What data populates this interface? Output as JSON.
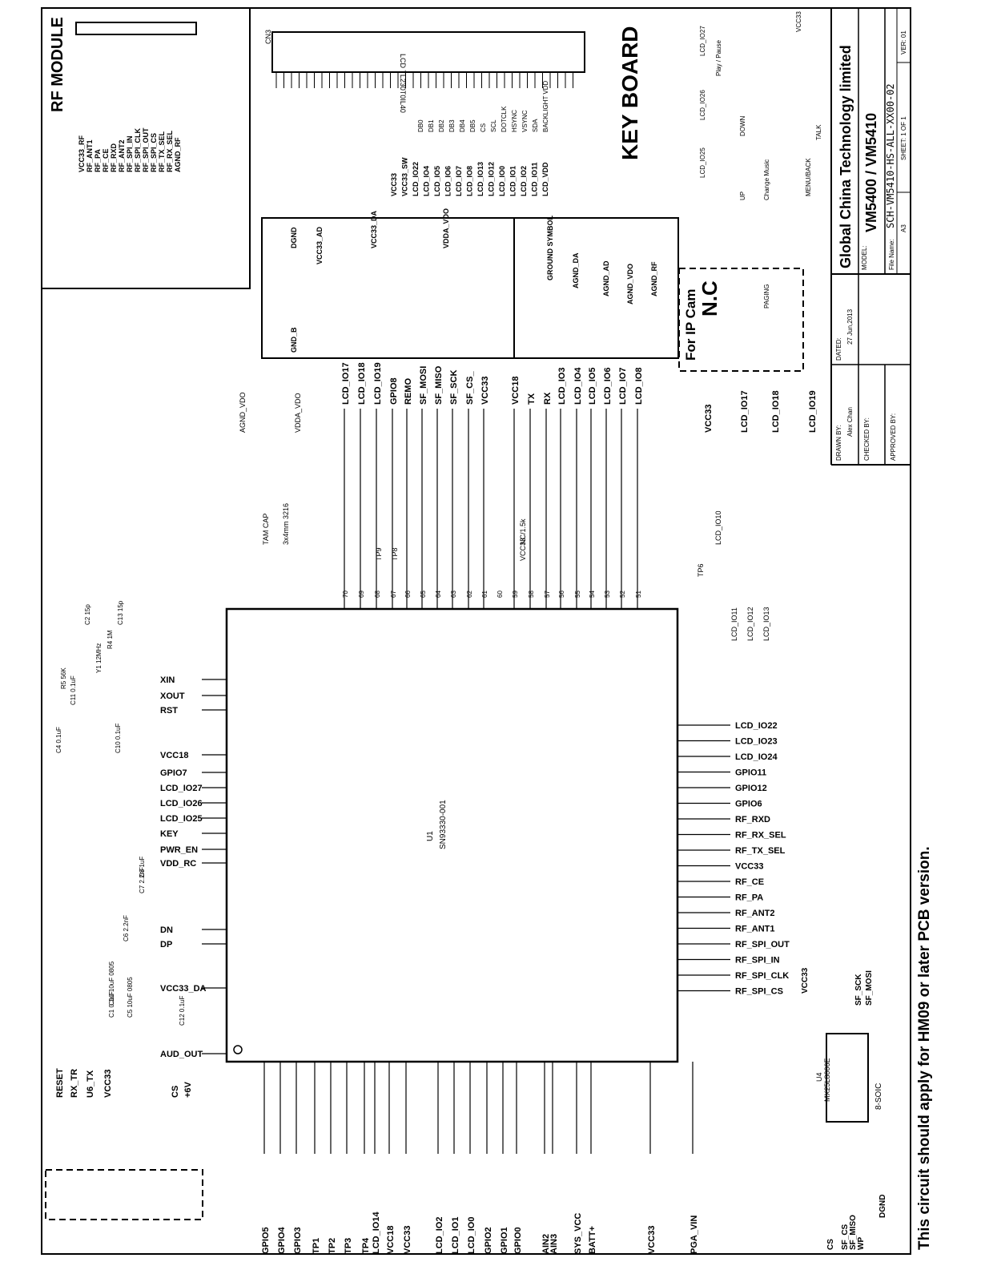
{
  "sections": {
    "rf_module": "RF MODULE",
    "keyboard": "KEY BOARD",
    "ip_cam": "For IP Cam",
    "nc": "N.C"
  },
  "footer_note": "This circuit should apply for HM09 or later PCB version.",
  "title_block": {
    "company": "Global China Technology limited",
    "model_title": "VM5400 / VM5410",
    "model_label": "MODEL:",
    "file_label": "File Name:",
    "file_name": "SCH-VM5410-HS-ALL-XX00-02",
    "size": "A3",
    "sheet": "SHEET: 1 OF 1",
    "version": "VER: 01",
    "drawn_by_label": "DRAWN BY:",
    "drawn_by": "Alex Chan",
    "checked_by_label": "CHECKED BY:",
    "approved_by_label": "APPROVED BY:",
    "dated_label": "DATED:",
    "dated": "27 Jun,2013"
  },
  "u1": {
    "ref": "U1",
    "part": "SN93330-001"
  },
  "u4": {
    "ref": "U4",
    "part": "MX25L8006E",
    "pkg": "8-SOIC"
  },
  "lcd": {
    "ref": "CN3",
    "part": "LCD TL230T0IL40"
  },
  "top_nets": [
    "LCD_IO17",
    "LCD_IO18",
    "LCD_IO19",
    "GPIO8",
    "REMO",
    "SF_MOSI",
    "SF_MISO",
    "SF_SCK",
    "SF_CS_",
    "VCC33",
    "VCC18",
    "TX",
    "RX",
    "LCD_IO3",
    "LCD_IO4",
    "LCD_IO5",
    "LCD_IO6",
    "LCD_IO7",
    "LCD_IO8"
  ],
  "top_pins": [
    "70",
    "69",
    "68",
    "67",
    "66",
    "65",
    "64",
    "63",
    "62",
    "61",
    "60",
    "59",
    "58",
    "57",
    "56",
    "55",
    "54",
    "53",
    "52",
    "51"
  ],
  "right_nets": [
    "LCD_IO22",
    "LCD_IO23",
    "LCD_IO24",
    "GPIO11",
    "GPIO12",
    "GPIO6",
    "RF_RXD",
    "RF_RX_SEL",
    "RF_TX_SEL",
    "VCC33",
    "RF_CE",
    "RF_PA",
    "RF_ANT2",
    "RF_ANT1",
    "RF_SPI_OUT",
    "RF_SPI_IN",
    "RF_SPI_CLK",
    "RF_SPI_CS"
  ],
  "left_nets": [
    "XIN",
    "XOUT",
    "RST",
    "VCC18",
    "GPIO7",
    "LCD_IO27",
    "LCD_IO26",
    "LCD_IO25",
    "KEY",
    "PWR_EN",
    "VDD_RC",
    "DP",
    "DN",
    "VCC33_DA",
    "AUD_OUT"
  ],
  "bottom_nets": [
    "GPIO5",
    "GPIO4",
    "GPIO3",
    "TP1",
    "TP2",
    "TP3",
    "TP4",
    "LCD_IO14",
    "VCC18",
    "VCC33",
    "LCD_IO2",
    "LCD_IO1",
    "LCD_IO0",
    "GPIO2",
    "GPIO1",
    "GPIO0",
    "AIN3",
    "AIN2",
    "SYS_VCC",
    "BATT+",
    "VCC33",
    "PGA_VIN"
  ],
  "lcd_nets": [
    "VCC33",
    "VCC33_SW",
    "LCD_IO22",
    "LCD_IO4",
    "LCD_IO5",
    "LCD_IO6",
    "LCD_IO7",
    "LCD_IO8",
    "LCD_IO13",
    "LCD_IO12",
    "LCD_IO0",
    "LCD_IO1",
    "LCD_IO2",
    "LCD_IO11",
    "LCD_VDD"
  ],
  "lcd_signals": [
    "DB0",
    "DB1",
    "DB2",
    "DB3",
    "DB4",
    "DB5",
    "CS",
    "SCL",
    "DOTCLK",
    "HSYNC",
    "VSYNC",
    "SDA",
    "BACKLIGHT VDD"
  ],
  "rf_nets": [
    "VCC33_RF",
    "RF_ANT1",
    "RF_PA",
    "RF_CE",
    "RF_RXD",
    "RF_ANT2",
    "RF_SPI_IN",
    "RF_SPI_CLK",
    "RF_SPI_OUT",
    "RF_SPI_CS",
    "RF_TX_SEL",
    "RF_RX_SEL",
    "AGND_RF"
  ],
  "keyboard_keys": [
    "LCD_IO27",
    "LCD_IO26",
    "LCD_IO25",
    "VCC33",
    "Play / Pause",
    "DOWN",
    "UP",
    "TALK",
    "MENU/BACK",
    "Change Music",
    "PAGING"
  ],
  "power_nets": [
    "DGND",
    "VCC33_AD",
    "VCC33_DA",
    "VDDA_VDO",
    "GND_B",
    "AGND_DA",
    "AGND_AD",
    "AGND_VDO",
    "AGND_RF",
    "GROUND SYMBOL"
  ],
  "ipcam_nets": [
    "VCC33",
    "LCD_IO17",
    "LCD_IO18",
    "LCD_IO19"
  ],
  "header_nets": [
    "RESET",
    "RX_TR",
    "U6_TX",
    "VCC33",
    "CS",
    "+6V"
  ],
  "flash_nets": [
    "VCC33",
    "SF_SCK",
    "SF_MOSI",
    "CS",
    "SF_CS",
    "SF_MISO",
    "WP",
    "DGND"
  ],
  "misc_nets": [
    "AGND_VDO",
    "VDDA_VDO",
    "TAM CAP",
    "3x4mm 3216",
    "LCD_IO10",
    "LCD_IO11",
    "LCD_IO12",
    "LCD_IO13",
    "TP6",
    "TP9",
    "TP8",
    "VCC33",
    "NC/1.5k"
  ],
  "left_caps": [
    "C2 15p",
    "C13 15p",
    "R4 1M",
    "Y1 12MHz",
    "R5 56K",
    "C11 0.1uF",
    "C4 0.1uF",
    "C10 0.1uF",
    "C8 1uF",
    "C7 2.2nF",
    "C6 2.2nF",
    "C10 10uF 0805",
    "C1 0.1uF",
    "C5 10uF 0805",
    "C12 0.1uF"
  ]
}
